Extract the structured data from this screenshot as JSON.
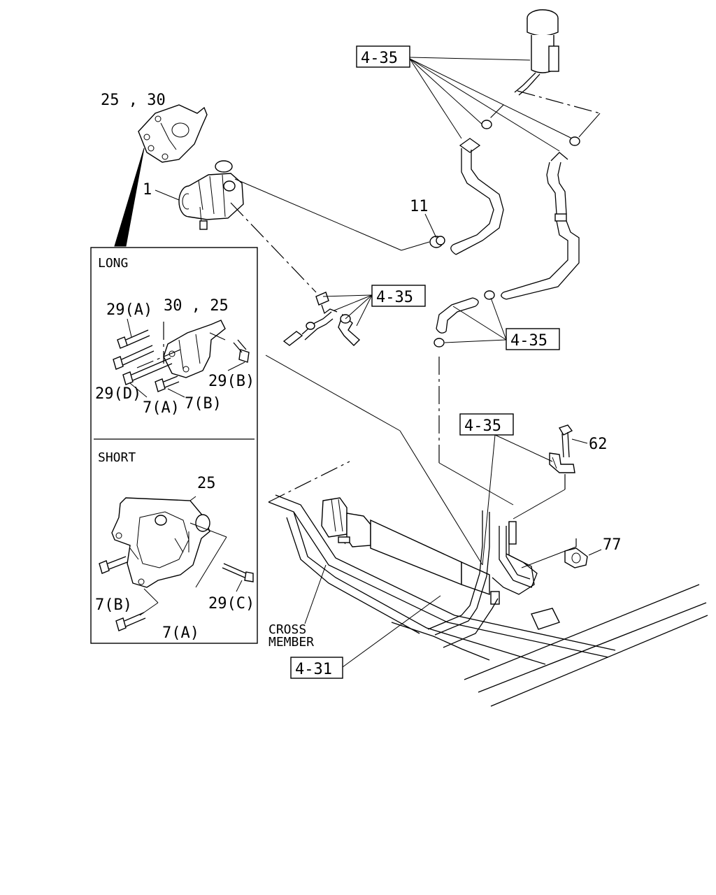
{
  "callouts": {
    "ref_435_top": "4-35",
    "ref_435_mid": "4-35",
    "ref_435_right": "4-35",
    "ref_435_bottom": "4-35",
    "ref_431": "4-31",
    "p_25_30": "25 , 30",
    "p_1": "1",
    "p_11": "11",
    "p_62": "62",
    "p_77": "77",
    "cross_member_1": "CROSS",
    "cross_member_2": "MEMBER"
  },
  "inset_long": {
    "title": "LONG",
    "p_29a": "29(A)",
    "p_30_25": "30 , 25",
    "p_29b": "29(B)",
    "p_29d": "29(D)",
    "p_7a": "7(A)",
    "p_7b": "7(B)"
  },
  "inset_short": {
    "title": "SHORT",
    "p_25": "25",
    "p_7b": "7(B)",
    "p_29c": "29(C)",
    "p_7a": "7(A)"
  }
}
